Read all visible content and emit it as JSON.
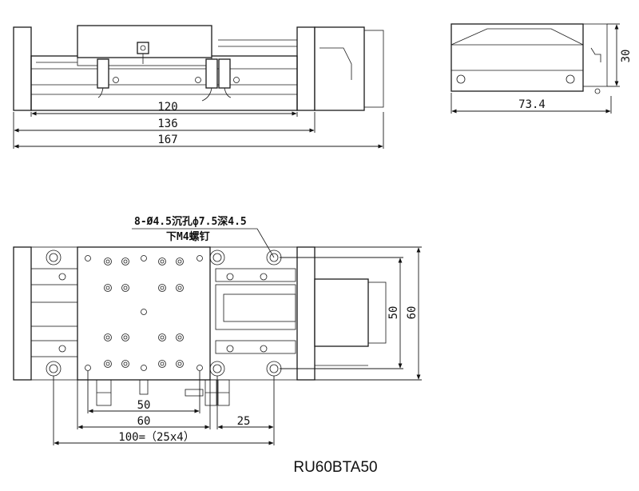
{
  "model": "RU60BTA50",
  "front_view": {
    "dims": {
      "d120": "120",
      "d136": "136",
      "d167": "167"
    }
  },
  "side_view": {
    "dims": {
      "d73_4": "73.4",
      "d30": "30"
    }
  },
  "top_view": {
    "note_line1": "8-Ø4.5沉孔ф7.5深4.5",
    "note_line2": "下M4螺钉",
    "dims": {
      "d50_bottom": "50",
      "d60_bottom": "60",
      "d25": "25",
      "d100": "100=（25x4）",
      "d50_right": "50",
      "d60_right": "60"
    }
  }
}
